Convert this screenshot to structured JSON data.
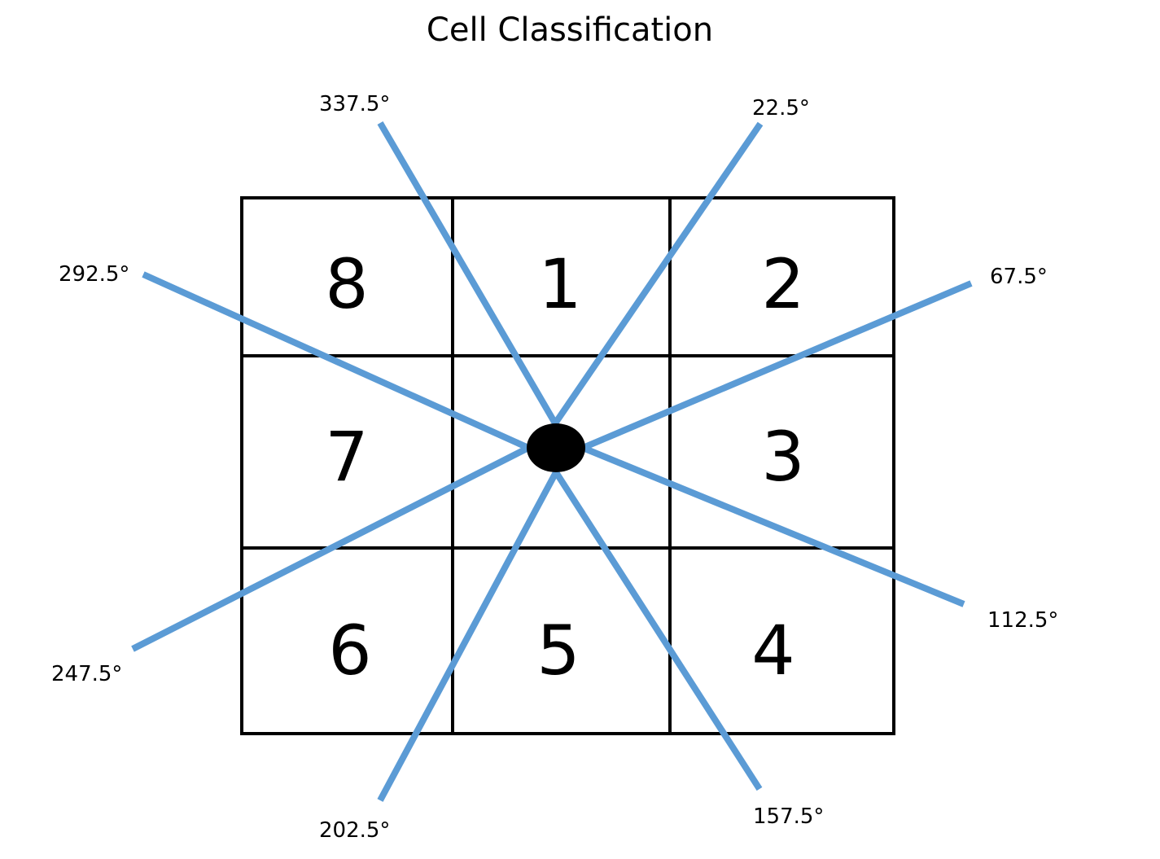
{
  "title": "Cell Classification",
  "colors": {
    "ray": "#5b9bd5",
    "grid": "#000000",
    "center_dot": "#000000"
  },
  "cells": {
    "top_left": "8",
    "top_center": "1",
    "top_right": "2",
    "middle_left": "7",
    "middle_right": "3",
    "bottom_left": "6",
    "bottom_center": "5",
    "bottom_right": "4"
  },
  "angles": {
    "a337": "337.5°",
    "a22": "22.5°",
    "a292": "292.5°",
    "a67": "67.5°",
    "a112": "112.5°",
    "a247": "247.5°",
    "a202": "202.5°",
    "a157": "157.5°"
  }
}
